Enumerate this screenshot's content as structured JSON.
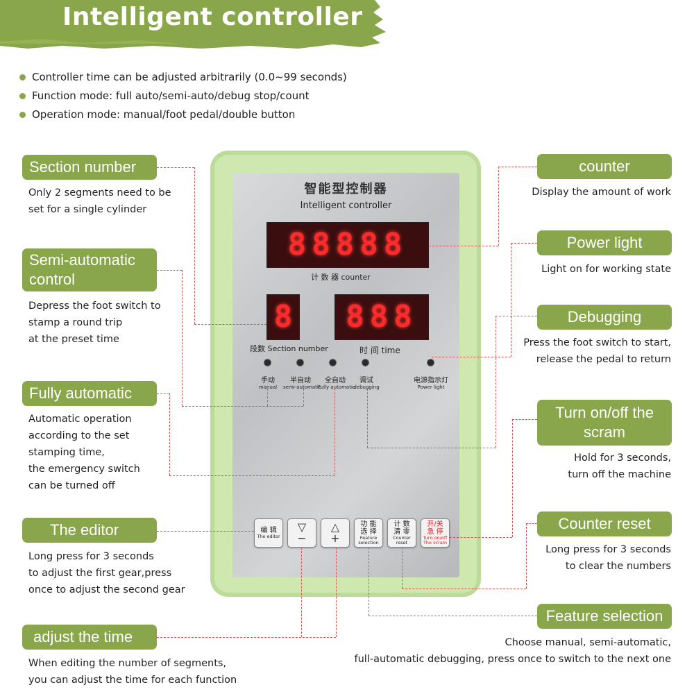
{
  "title": "Intelligent controller",
  "bullets": [
    "Controller time can be adjusted arbitrarily (0.0~99 seconds)",
    "Function mode: full auto/semi-auto/debug stop/count",
    "Operation mode: manual/foot pedal/double button"
  ],
  "left_features": [
    {
      "label": "Section number",
      "desc": [
        "Only 2 segments need to be",
        "set for a single cylinder"
      ]
    },
    {
      "label": "Semi-automatic control",
      "desc": [
        "Depress the foot switch to",
        "stamp a round trip",
        "at the preset time"
      ]
    },
    {
      "label": "Fully automatic",
      "desc": [
        "Automatic operation",
        "according to the set",
        "stamping time,",
        "the emergency switch",
        "can be turned off"
      ]
    },
    {
      "label": "The editor",
      "desc": [
        "Long press for 3 seconds",
        "to adjust the first gear,press",
        "once to adjust the second gear"
      ]
    },
    {
      "label": "adjust the time",
      "desc": [
        "When editing the number of segments,",
        "you can adjust the time for each function"
      ]
    }
  ],
  "right_features": [
    {
      "label": "counter",
      "desc": [
        "Display the amount of work"
      ]
    },
    {
      "label": "Power light",
      "desc": [
        "Light on for working state"
      ]
    },
    {
      "label": "Debugging",
      "desc": [
        "Press the foot switch to start,",
        "release the pedal to return"
      ]
    },
    {
      "label": "Turn on/off the scram",
      "desc": [
        "Hold for 3 seconds,",
        "turn off the machine"
      ]
    },
    {
      "label": "Counter reset",
      "desc": [
        "Long press for 3 seconds",
        "to clear the numbers"
      ]
    },
    {
      "label": "Feature selection",
      "desc": [
        "Choose manual, semi-automatic,",
        "full-automatic debugging, press once to switch to the next one"
      ]
    }
  ],
  "device": {
    "name_cn": "智能型控制器",
    "name_en": "Intelligent controller",
    "counter_digits": "88888",
    "counter_caption": "计 数 器 counter",
    "section_digit": "8",
    "section_caption": "段数 Section number",
    "time_digits": "888",
    "time_caption": "时 间 time",
    "leds": [
      {
        "cn": "手动",
        "en": "manual"
      },
      {
        "cn": "半自动",
        "en": "semi-automatic"
      },
      {
        "cn": "全自动",
        "en": "Fully automatic"
      },
      {
        "cn": "调试",
        "en": "debugging"
      },
      {
        "cn": "电源指示灯",
        "en": "Power light"
      }
    ],
    "keys": [
      {
        "cn": "编 辑",
        "en": "The editor",
        "icon": ""
      },
      {
        "cn": "",
        "en": "",
        "icon": "▽ −"
      },
      {
        "cn": "",
        "en": "",
        "icon": "△ +"
      },
      {
        "cn": "功 能 选 择",
        "en": "Feature selection",
        "icon": ""
      },
      {
        "cn": "计 数 清 零",
        "en": "Counter reset",
        "icon": ""
      },
      {
        "cn": "开/关 急 停",
        "en": "Turn on/off The scram",
        "icon": ""
      }
    ]
  },
  "colors": {
    "accent_green": "#8aa64a",
    "leader_red": "#d9534f",
    "display_red": "#ff2a2a",
    "case_green": "#cfe8b0"
  }
}
